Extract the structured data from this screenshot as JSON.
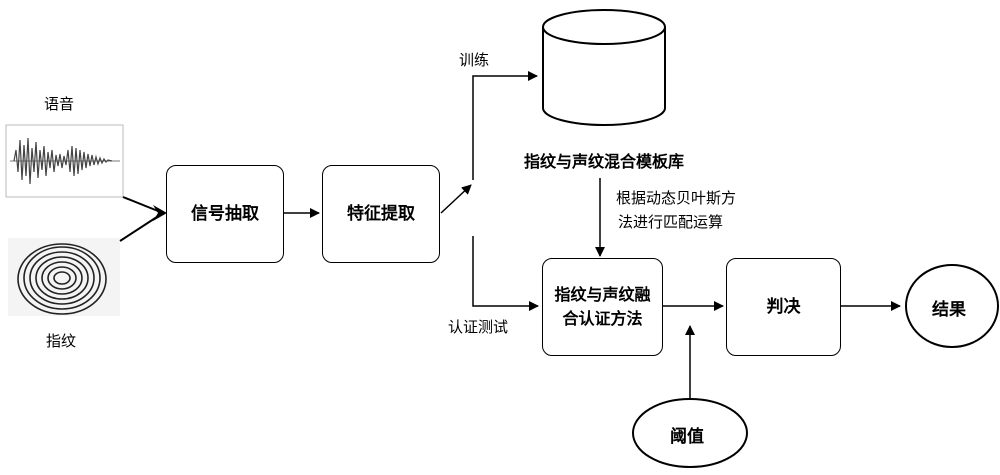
{
  "inputs": {
    "voice_label": "语音",
    "fingerprint_label": "指纹"
  },
  "nodes": {
    "signal_extraction": "信号抽取",
    "feature_extraction": "特征提取",
    "template_db": "指纹与声纹混合模板库",
    "fusion_line1": "指纹与声纹融",
    "fusion_line2": "合认证方法",
    "decision": "判决",
    "result": "结果",
    "threshold": "阈值"
  },
  "edges": {
    "training": "训练",
    "auth_test": "认证测试",
    "matching_line1": "根据动态贝叶斯方",
    "matching_line2": "法进行匹配运算"
  }
}
